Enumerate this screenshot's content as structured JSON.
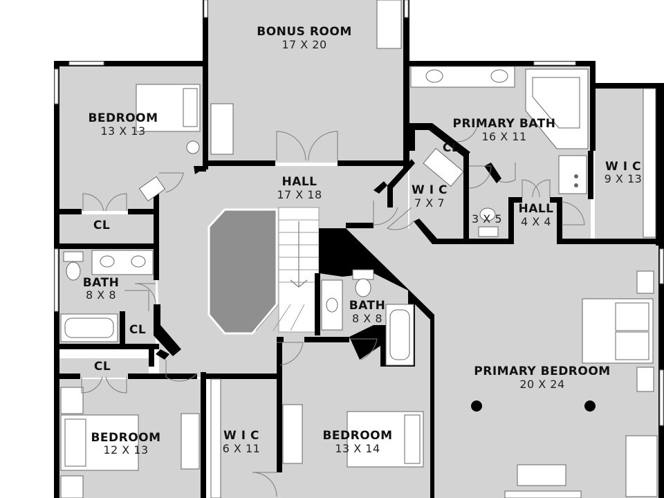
{
  "colors": {
    "floor": "#d3d3d3",
    "wall": "#000000",
    "fixture": "#ffffff",
    "island": "#8f8f8f",
    "outside": "#ffffff"
  },
  "rooms": {
    "bonus_room": {
      "name": "BONUS ROOM",
      "dim": "17 X 20"
    },
    "bedroom_nw": {
      "name": "BEDROOM",
      "dim": "13 X 13"
    },
    "hall_main": {
      "name": "HALL",
      "dim": "17 X 18"
    },
    "primary_bath": {
      "name": "PRIMARY BATH",
      "dim": "16 X 11"
    },
    "cl_primary": {
      "name": "CL"
    },
    "wic_ne": {
      "name": "W I C",
      "dim": "9 X 13"
    },
    "wic_center": {
      "name": "W I C",
      "dim": "7 X 7"
    },
    "toilet_room": {
      "dim": "3 X 5"
    },
    "hall_small": {
      "name": "HALL",
      "dim": "4 X 4"
    },
    "cl_west_1": {
      "name": "CL"
    },
    "bath_west": {
      "name": "BATH",
      "dim": "8 X 8"
    },
    "cl_west_2": {
      "name": "CL"
    },
    "bath_center": {
      "name": "BATH",
      "dim": "8 X 8"
    },
    "cl_west_3": {
      "name": "CL"
    },
    "primary_bedroom": {
      "name": "PRIMARY BEDROOM",
      "dim": "20 X 24"
    },
    "bedroom_sw": {
      "name": "BEDROOM",
      "dim": "12 X 13"
    },
    "wic_south": {
      "name": "W I C",
      "dim": "6 X 11"
    },
    "bedroom_s": {
      "name": "BEDROOM",
      "dim": "13 X 14"
    }
  }
}
